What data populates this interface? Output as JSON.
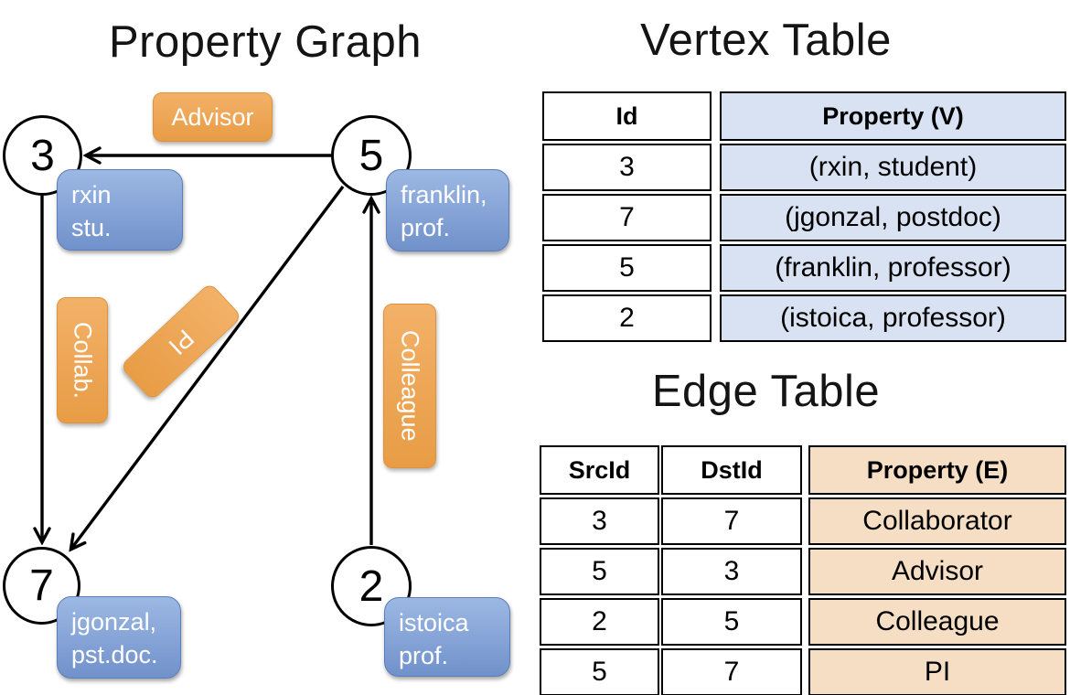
{
  "titles": {
    "graph": "Property Graph",
    "vertex": "Vertex Table",
    "edge": "Edge Table"
  },
  "colors": {
    "edge_label_orange": "#EFA757",
    "vertex_box_blue": "#84A3D6",
    "vertex_cell_bg": "#D9E2F3",
    "edge_cell_bg": "#F5DEC3",
    "line_black": "#000000"
  },
  "graph": {
    "nodes": [
      {
        "id": "3"
      },
      {
        "id": "5"
      },
      {
        "id": "7"
      },
      {
        "id": "2"
      }
    ],
    "property_boxes": [
      {
        "line1": "rxin",
        "line2": "stu."
      },
      {
        "line1": "franklin,",
        "line2": "prof."
      },
      {
        "line1": "jgonzal,",
        "line2": "pst.doc."
      },
      {
        "line1": "istoica",
        "line2": "prof."
      }
    ],
    "edge_labels": [
      {
        "label": "Advisor"
      },
      {
        "label": "Collab."
      },
      {
        "label": "PI"
      },
      {
        "label": "Colleague"
      }
    ]
  },
  "vertex_table": {
    "headers": {
      "id": "Id",
      "property": "Property (V)"
    },
    "rows": [
      {
        "id": "3",
        "property": "(rxin, student)"
      },
      {
        "id": "7",
        "property": "(jgonzal, postdoc)"
      },
      {
        "id": "5",
        "property": "(franklin, professor)"
      },
      {
        "id": "2",
        "property": "(istoica, professor)"
      }
    ]
  },
  "edge_table": {
    "headers": {
      "src": "SrcId",
      "dst": "DstId",
      "property": "Property (E)"
    },
    "rows": [
      {
        "src": "3",
        "dst": "7",
        "property": "Collaborator"
      },
      {
        "src": "5",
        "dst": "3",
        "property": "Advisor"
      },
      {
        "src": "2",
        "dst": "5",
        "property": "Colleague"
      },
      {
        "src": "5",
        "dst": "7",
        "property": "PI"
      }
    ]
  }
}
